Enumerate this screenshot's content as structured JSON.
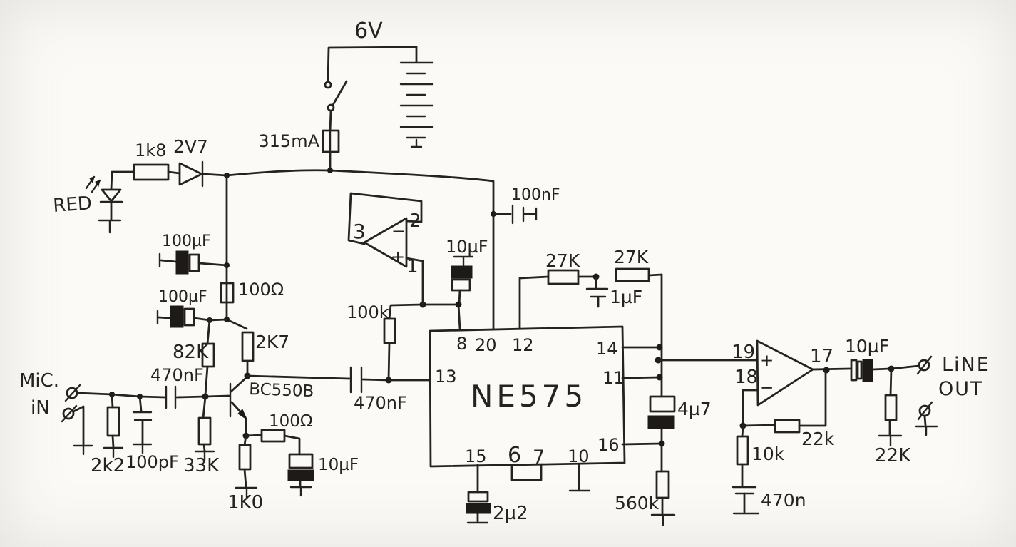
{
  "schematic": {
    "power": {
      "voltage": "6V",
      "fuse": "315mA"
    },
    "indicator": {
      "led": "RED",
      "resistor": "1k8",
      "zener": "2V7"
    },
    "rail": {
      "cap_top": "100µF",
      "cap_bottom": "100µF",
      "resistor": "100Ω",
      "decoupling_cap": "100nF"
    },
    "mic_input": {
      "title_line1": "MiC.",
      "title_line2": "iN",
      "load_resistor": "2k2",
      "filter_cap": "100pF",
      "coupling_cap": "470nF",
      "bias_upper": "82K",
      "bias_lower": "33K"
    },
    "preamp": {
      "transistor": "BC550B",
      "collector_resistor": "2K7",
      "emitter_resistor": "1K0",
      "bypass_resistor": "100Ω",
      "bypass_cap": "10µF"
    },
    "ref_opamp": {
      "pin_output": "3",
      "pin_inverting": "2",
      "pin_noninverting": "1",
      "plus": "+",
      "minus": "−"
    },
    "ref_net": {
      "resistor": "100k",
      "cap": "10µF",
      "coupling_cap": "470nF"
    },
    "ic": {
      "name": "NE575",
      "pins_top": [
        "8",
        "20",
        "12"
      ],
      "pin_left": "13",
      "pins_right": [
        "14",
        "11",
        "16"
      ],
      "pins_bottom": [
        "15",
        "6",
        "7",
        "10"
      ],
      "pin15_cap": "2µ2"
    },
    "feedback": {
      "r1": "27K",
      "r2": "27K",
      "cap": "1µF"
    },
    "out_rail": {
      "cap": "4µ7",
      "resistor": "560k"
    },
    "out_opamp": {
      "pin_noninverting": "19",
      "pin_inverting": "18",
      "pin_output": "17",
      "plus": "+",
      "minus": "−",
      "feedback_resistor": "22k",
      "ground_resistor": "10k",
      "ground_cap": "470n"
    },
    "line_out": {
      "coupling_cap": "10µF",
      "load_resistor": "22K",
      "title_line1": "LiNE",
      "title_line2": "OUT"
    }
  }
}
